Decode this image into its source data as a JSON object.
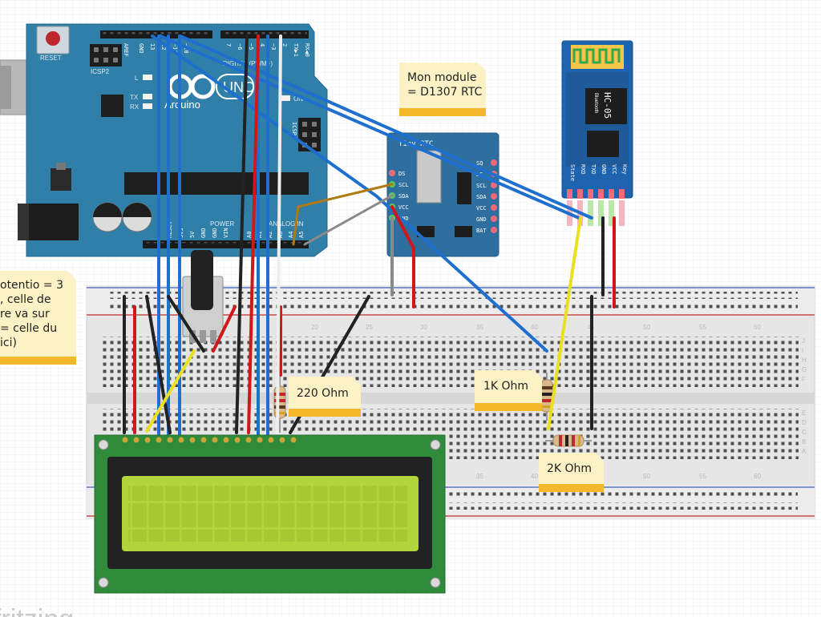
{
  "app": {
    "watermark": "fritzing"
  },
  "arduino": {
    "logo_text": "Arduino",
    "model": "UNO",
    "reset_label": "RESET",
    "icsp_label": "ICSP2",
    "label_l": "L",
    "label_tx": "TX",
    "label_rx": "RX",
    "label_on": "ON",
    "digital_label": "DIGITAL (PWM~)",
    "power_label": "POWER",
    "analog_label": "ANALOG IN",
    "icsp_right": "ICSP",
    "aref": "AREF",
    "gnd": "GND",
    "pin13": "13",
    "pin12": "12",
    "pin11": "~11",
    "pin10": "~10",
    "pin7": "7",
    "pin6": "~6",
    "pin5": "~5",
    "pin4": "4",
    "pin3": "~3",
    "pin2": "2",
    "tx1": "TX▶1",
    "rx0": "RX◀0",
    "p_reset": "RESET",
    "p_3v3": "3V3",
    "p_5v": "5V",
    "p_gnd1": "GND",
    "p_gnd2": "GND",
    "p_vin": "VIN",
    "a0": "A0",
    "a1": "A1",
    "a2": "A2",
    "a3": "A3",
    "a4": "A4",
    "a5": "A5"
  },
  "rtc": {
    "title": "Tiny RTC",
    "left_pins": [
      "DS",
      "SCL",
      "SDA",
      "VCC",
      "GND"
    ],
    "right_pins": [
      "SQ",
      "DS",
      "SCL",
      "SDA",
      "VCC",
      "GND",
      "BAT"
    ]
  },
  "bluetooth": {
    "name": "HC-05",
    "subtitle": "Bluetooth",
    "pins": [
      "State",
      "RXD",
      "TXD",
      "GND",
      "VCC",
      "Key"
    ]
  },
  "breadboard": {
    "col_numbers": [
      "20",
      "25",
      "30",
      "35",
      "40",
      "45",
      "50",
      "55",
      "60"
    ],
    "row_letters_top": [
      "J",
      "I",
      "H",
      "G",
      "F"
    ],
    "row_letters_bottom": [
      "E",
      "D",
      "C",
      "B",
      "A"
    ]
  },
  "notes": {
    "rtc_note_line1": "Mon module",
    "rtc_note_line2": "= D1307 RTC",
    "pot_note_lines": [
      "otentio =  3",
      ", celle de",
      "re va sur",
      "= celle du",
      "ici)"
    ],
    "r220": "220 Ohm",
    "r1k": "1K Ohm",
    "r2k": "2K Ohm"
  },
  "colors": {
    "arduino_blue": "#2f7fa8",
    "rtc_blue": "#2f6fa0",
    "bt_blue": "#1e63b0",
    "lcd_green": "#2f8a3a",
    "lcd_screen": "#b3d43a",
    "note_bg": "#fdf1c6",
    "note_strip": "#f5b82a",
    "wire_blue": "#1f6fcf",
    "wire_red": "#d01818",
    "wire_black": "#222222",
    "wire_yellow": "#e8e020",
    "wire_white": "#eeeeee",
    "wire_gray": "#8a8a8a",
    "wire_brown": "#b07a12"
  }
}
